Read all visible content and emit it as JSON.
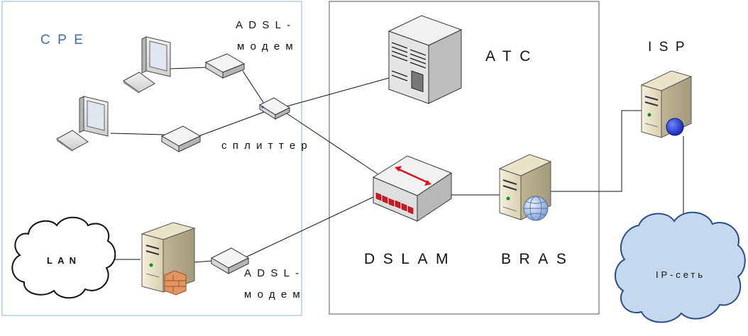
{
  "zones": {
    "cpe_label": "CPE",
    "isp_label": "ISP"
  },
  "labels": {
    "adsl_modem_top_line1": "ADSL-",
    "adsl_modem_top_line2": "модем",
    "splitter": "сплиттер",
    "ats": "АТС",
    "dslam": "DSLAM",
    "bras": "BRAS",
    "lan": "LAN",
    "adsl_modem_bottom_line1": "ADSL-",
    "adsl_modem_bottom_line2": "модем",
    "ip_network": "IP-сеть"
  },
  "colors": {
    "cpe_border": "#8eb4dc",
    "cpe_text": "#3f6fa6",
    "cloud_fill": "#c5d9ee",
    "cloud_border": "#2a4d8c",
    "dslam_port": "#d8141e",
    "ip_sphere": "#1b2fd6"
  }
}
